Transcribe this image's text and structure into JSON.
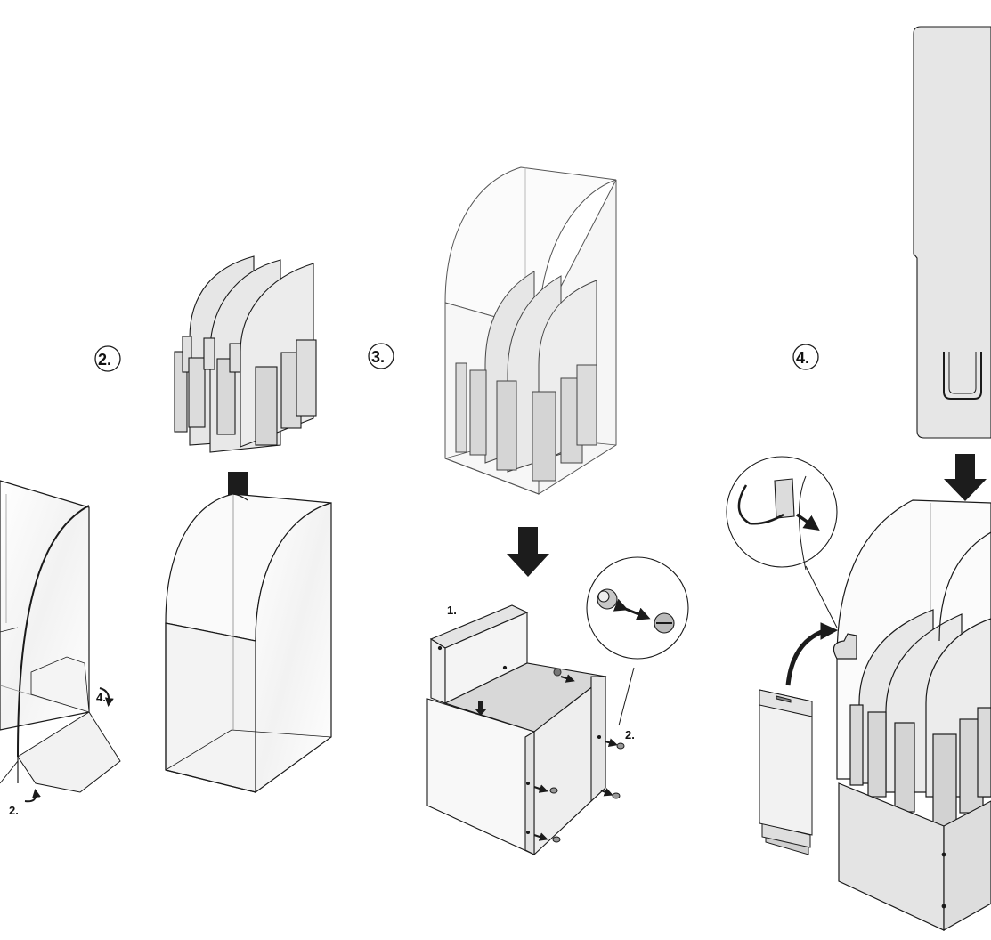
{
  "steps": {
    "step2": "2.",
    "step3": "3.",
    "step4": "4."
  },
  "callouts": {
    "left_fold_4": "4.",
    "left_fold_2": "2.",
    "base_1": "1.",
    "base_2": "2."
  },
  "colors": {
    "panel": "#e9e9e9",
    "panel_dark": "#d4d4d4",
    "outline": "#1a1a1a",
    "clear": "#f7f7f7",
    "arrow": "#1c1c1c"
  }
}
